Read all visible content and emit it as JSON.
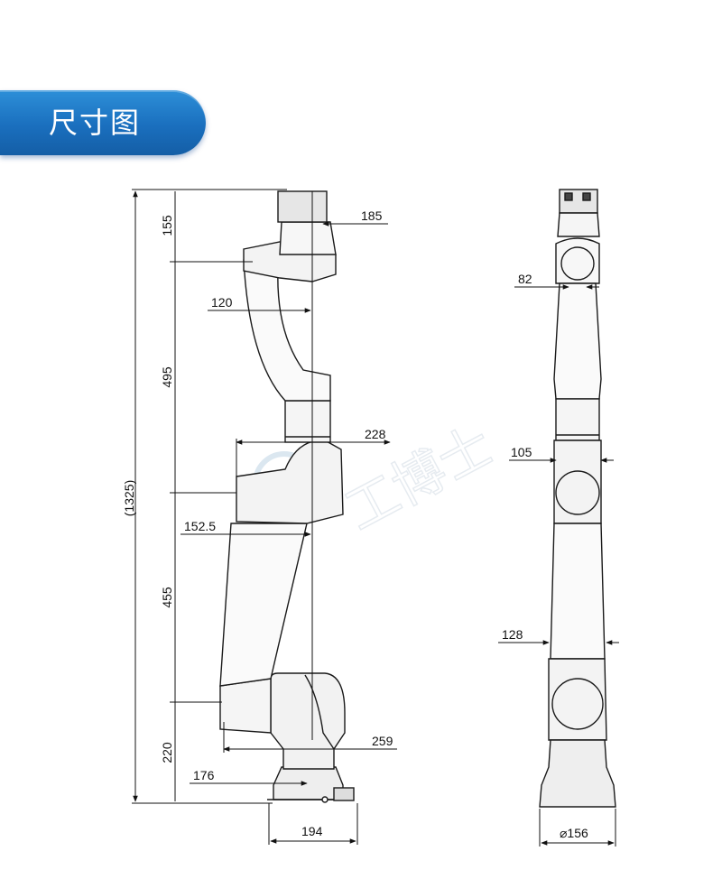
{
  "banner": {
    "title": "尺寸图",
    "color": "#1a6fbe"
  },
  "watermark": {
    "text": "工博士"
  },
  "side_view": {
    "dims": {
      "total": "(1325)",
      "base": "220",
      "lower_arm": "455",
      "upper_arm": "495",
      "wrist": "155",
      "wrist_offset": "185",
      "upper_arm_offset": "120",
      "elbow_width": "228",
      "lower_arm_offset": "152.5",
      "base_joint": "259",
      "base_offset": "176",
      "base_width": "194"
    }
  },
  "front_view": {
    "dims": {
      "wrist_width": "82",
      "elbow_width": "105",
      "shoulder_width": "128",
      "base_diameter": "⌀156"
    }
  }
}
